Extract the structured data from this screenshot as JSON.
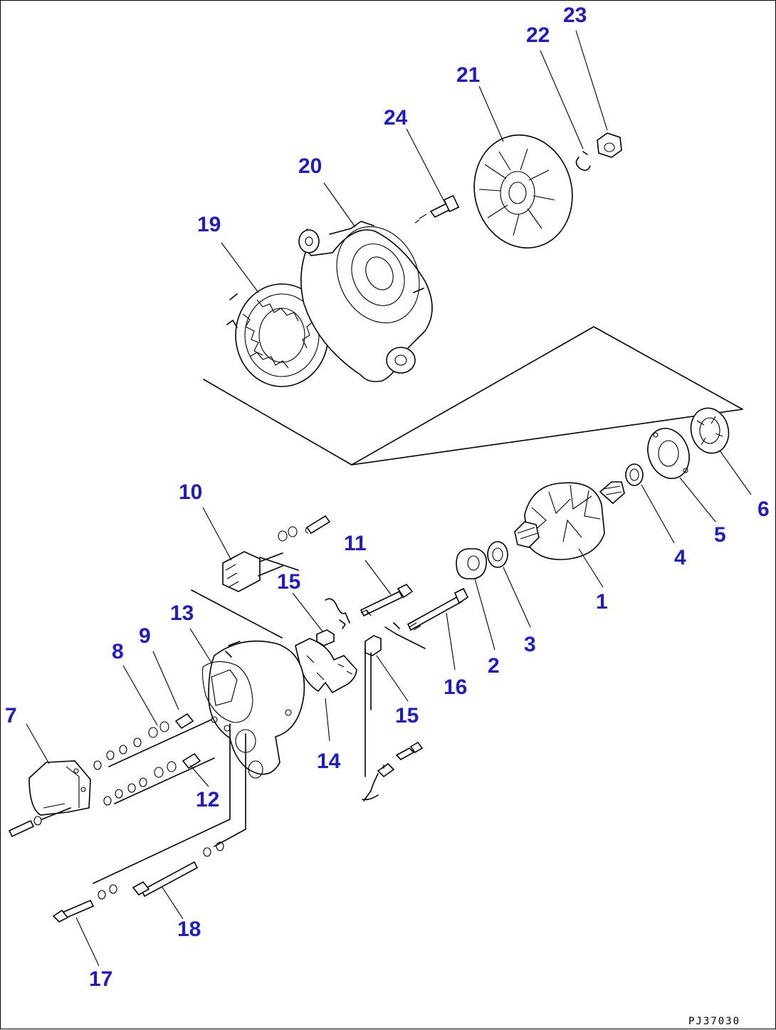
{
  "diagram": {
    "callouts": [
      {
        "id": "c1",
        "text": "1"
      },
      {
        "id": "c2",
        "text": "2"
      },
      {
        "id": "c3",
        "text": "3"
      },
      {
        "id": "c4",
        "text": "4"
      },
      {
        "id": "c5",
        "text": "5"
      },
      {
        "id": "c6",
        "text": "6"
      },
      {
        "id": "c7",
        "text": "7"
      },
      {
        "id": "c8",
        "text": "8"
      },
      {
        "id": "c9",
        "text": "9"
      },
      {
        "id": "c10",
        "text": "10"
      },
      {
        "id": "c11",
        "text": "11"
      },
      {
        "id": "c12",
        "text": "12"
      },
      {
        "id": "c13",
        "text": "13"
      },
      {
        "id": "c14",
        "text": "14"
      },
      {
        "id": "c15a",
        "text": "15"
      },
      {
        "id": "c15b",
        "text": "15"
      },
      {
        "id": "c16",
        "text": "16"
      },
      {
        "id": "c17",
        "text": "17"
      },
      {
        "id": "c18",
        "text": "18"
      },
      {
        "id": "c19",
        "text": "19"
      },
      {
        "id": "c20",
        "text": "20"
      },
      {
        "id": "c21",
        "text": "21"
      },
      {
        "id": "c22",
        "text": "22"
      },
      {
        "id": "c23",
        "text": "23"
      },
      {
        "id": "c24",
        "text": "24"
      }
    ],
    "drawing_code": "PJ37030",
    "colors": {
      "callout": "#1c1ccc",
      "line": "#000000",
      "background": "#ffffff"
    }
  }
}
